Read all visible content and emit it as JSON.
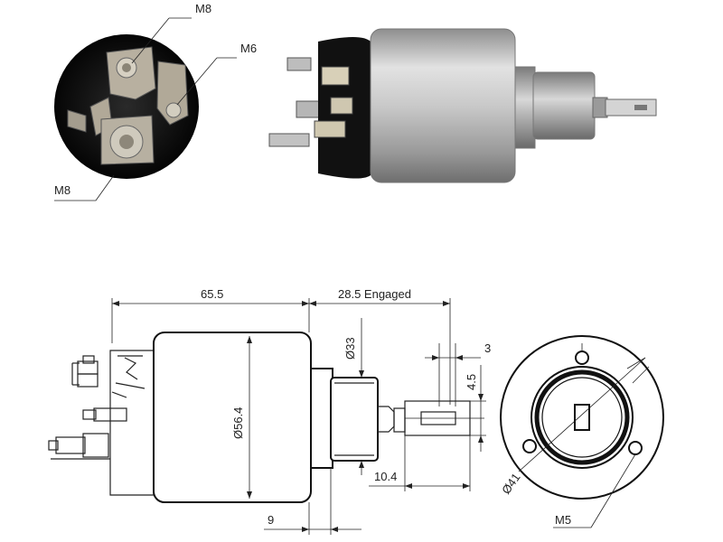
{
  "photo_callouts": {
    "top_terminal": "M8",
    "right_terminal": "M6",
    "bottom_terminal": "M8"
  },
  "dimensions": {
    "overall_length": "65.5",
    "engaged_stroke": "28.5 Engaged",
    "body_diameter": "Ø56.4",
    "nose_diameter": "Ø33",
    "plunger_slot": "3",
    "plunger_width": "4.5",
    "plunger_length": "10.4",
    "flange_thickness": "9",
    "bolt_circle": "Ø41",
    "mount_thread": "M5"
  }
}
